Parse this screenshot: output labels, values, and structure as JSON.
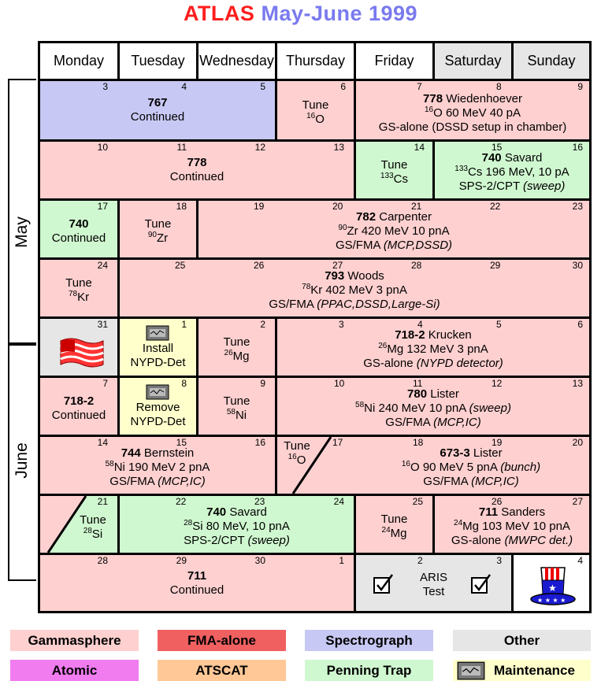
{
  "title": {
    "part1": "ATLAS",
    "part2": "May-June 1999"
  },
  "months": {
    "may": "May",
    "june": "June"
  },
  "days": [
    "Monday",
    "Tuesday",
    "Wednesday",
    "Thursday",
    "Friday",
    "Saturday",
    "Sunday"
  ],
  "colors": {
    "gammasphere": "#ffd0d0",
    "fma_alone": "#f06060",
    "spectrograph": "#c8c8f4",
    "other": "#e6e6e6",
    "atomic": "#f07cf0",
    "atscat": "#ffc896",
    "penning_trap": "#d0f8d0",
    "maintenance": "#ffffcc"
  },
  "weeks": [
    {
      "dates": [
        "3",
        "4",
        "5",
        "6",
        "7",
        "8",
        "9"
      ]
    },
    {
      "dates": [
        "10",
        "11",
        "12",
        "13",
        "14",
        "15",
        "16"
      ]
    },
    {
      "dates": [
        "17",
        "18",
        "19",
        "20",
        "21",
        "22",
        "23"
      ]
    },
    {
      "dates": [
        "24",
        "25",
        "26",
        "27",
        "28",
        "29",
        "30"
      ]
    },
    {
      "dates": [
        "31",
        "1",
        "2",
        "3",
        "4",
        "5",
        "6"
      ]
    },
    {
      "dates": [
        "7",
        "8",
        "9",
        "10",
        "11",
        "12",
        "13"
      ]
    },
    {
      "dates": [
        "14",
        "15",
        "16",
        "17",
        "18",
        "19",
        "20"
      ]
    },
    {
      "dates": [
        "21",
        "22",
        "23",
        "24",
        "25",
        "26",
        "27"
      ]
    },
    {
      "dates": [
        "28",
        "29",
        "30",
        "1",
        "2",
        "3",
        "4"
      ]
    }
  ],
  "events": {
    "e767": {
      "num": "767",
      "line2": "Continued"
    },
    "tune16o_1": {
      "tune": "Tune",
      "mass": "16",
      "el": "O"
    },
    "e778a": {
      "num": "778",
      "name": "Wiedenhoever",
      "mass": "16",
      "beam": "O 60 MeV 40 pA",
      "setup": "GS-alone (DSSD setup in chamber)"
    },
    "e778b": {
      "num": "778",
      "line2": "Continued"
    },
    "tune133cs": {
      "tune": "Tune",
      "mass": "133",
      "el": "Cs"
    },
    "e740a": {
      "num": "740",
      "name": "Savard",
      "mass": "133",
      "beam": "Cs 196 MeV, 10 pA",
      "setup": "SPS-2/CPT",
      "note": "(sweep)"
    },
    "e740b": {
      "num": "740",
      "line2": "Continued"
    },
    "tune90zr": {
      "tune": "Tune",
      "mass": "90",
      "el": "Zr"
    },
    "e782": {
      "num": "782",
      "name": "Carpenter",
      "mass": "90",
      "beam": "Zr 420 MeV 10 pnA",
      "setup": "GS/FMA",
      "note": "(MCP,DSSD)"
    },
    "tune78kr": {
      "tune": "Tune",
      "mass": "78",
      "el": "Kr"
    },
    "e793": {
      "num": "793",
      "name": "Woods",
      "mass": "78",
      "beam": "Kr 402 MeV 3 pnA",
      "setup": "GS/FMA",
      "note": "(PPAC,DSSD,Large-Si)"
    },
    "install": {
      "line1": "Install",
      "line2": "NYPD-Det"
    },
    "tune26mg": {
      "tune": "Tune",
      "mass": "26",
      "el": "Mg"
    },
    "e718a": {
      "num": "718-2",
      "name": "Krucken",
      "mass": "26",
      "beam": "Mg 132 MeV 3 pnA",
      "setup": "GS-alone",
      "note": "(NYPD detector)"
    },
    "e718b": {
      "num": "718-2",
      "line2": "Continued"
    },
    "remove": {
      "line1": "Remove",
      "line2": "NYPD-Det"
    },
    "tune58ni": {
      "tune": "Tune",
      "mass": "58",
      "el": "Ni"
    },
    "e780": {
      "num": "780",
      "name": "Lister",
      "mass": "58",
      "beam": "Ni 240 MeV 10 pnA",
      "note1": "(sweep)",
      "setup": "GS/FMA",
      "note": "(MCP,IC)"
    },
    "e744": {
      "num": "744",
      "name": "Bernstein",
      "mass": "58",
      "beam": "Ni 190 MeV 2 pnA",
      "setup": "GS/FMA",
      "note": "(MCP,IC)"
    },
    "tune16o_2": {
      "tune": "Tune",
      "mass": "16",
      "el": "O"
    },
    "e673": {
      "num": "673-3",
      "name": "Lister",
      "mass": "16",
      "beam": "O 90 MeV 5 pnA",
      "note1": "(bunch)",
      "setup": "GS/FMA",
      "note": "(MCP,IC)"
    },
    "tune28si": {
      "tune": "Tune",
      "mass": "28",
      "el": "Si"
    },
    "e740c": {
      "num": "740",
      "name": "Savard",
      "mass": "28",
      "beam": "Si 80 MeV, 10 pnA",
      "setup": "SPS-2/CPT",
      "note": "(sweep)"
    },
    "tune24mg": {
      "tune": "Tune",
      "mass": "24",
      "el": "Mg"
    },
    "e711a": {
      "num": "711",
      "name": "Sanders",
      "mass": "24",
      "beam": "Mg 103 MeV 10 pnA",
      "setup": "GS-alone",
      "note": "(MWPC det.)"
    },
    "e711b": {
      "num": "711",
      "line2": "Continued"
    },
    "aris": {
      "line1": "ARIS",
      "line2": "Test"
    }
  },
  "legend": [
    {
      "label": "Gammasphere",
      "color": "#ffd0d0"
    },
    {
      "label": "FMA-alone",
      "color": "#f06060"
    },
    {
      "label": "Spectrograph",
      "color": "#c8c8f4"
    },
    {
      "label": "Other",
      "color": "#e6e6e6"
    },
    {
      "label": "Atomic",
      "color": "#f07cf0"
    },
    {
      "label": "ATSCAT",
      "color": "#ffc896"
    },
    {
      "label": "Penning Trap",
      "color": "#d0f8d0"
    },
    {
      "label": "Maintenance",
      "color": "#ffffcc"
    }
  ]
}
